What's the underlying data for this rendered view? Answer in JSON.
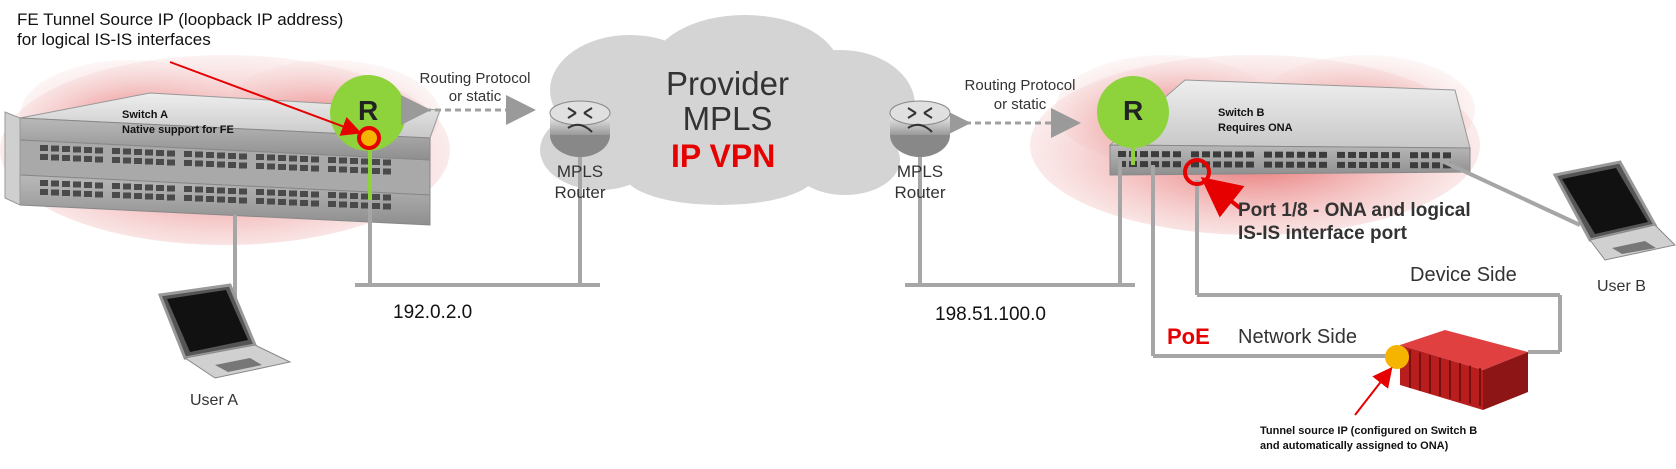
{
  "annotations": {
    "fe_tunnel_source_line1": "FE Tunnel Source IP (loopback IP address)",
    "fe_tunnel_source_line2": "for logical IS-IS interfaces",
    "tunnel_source_line1": "Tunnel source IP (configured on Switch B",
    "tunnel_source_line2": "and automatically assigned to ONA)",
    "port_line1": "Port 1/8 - ONA and logical",
    "port_line2": "IS-IS interface port"
  },
  "cloud": {
    "line1": "Provider",
    "line2": "MPLS",
    "line3": "IP VPN"
  },
  "left_link": {
    "line1": "Routing Protocol",
    "line2": "or static"
  },
  "right_link": {
    "line1": "Routing Protocol",
    "line2": "or static"
  },
  "left_router": {
    "line1": "MPLS",
    "line2": "Router"
  },
  "right_router": {
    "line1": "MPLS",
    "line2": "Router"
  },
  "switch_a": {
    "line1": "Switch A",
    "line2": "Native support for FE",
    "router_badge": "R"
  },
  "switch_b": {
    "line1": "Switch B",
    "line2": "Requires ONA",
    "router_badge": "R"
  },
  "networks": {
    "left": "192.0.2.0",
    "right": "198.51.100.0"
  },
  "users": {
    "a": "User A",
    "b": "User B"
  },
  "sides": {
    "device": "Device Side",
    "network": "Network Side",
    "poe": "PoE"
  },
  "colors": {
    "accent_red": "#e60000",
    "router_green": "#8ed33c",
    "link_gray": "#a6a6a6",
    "ona_red": "#cc2222",
    "marker_yellow": "#f5b400"
  }
}
